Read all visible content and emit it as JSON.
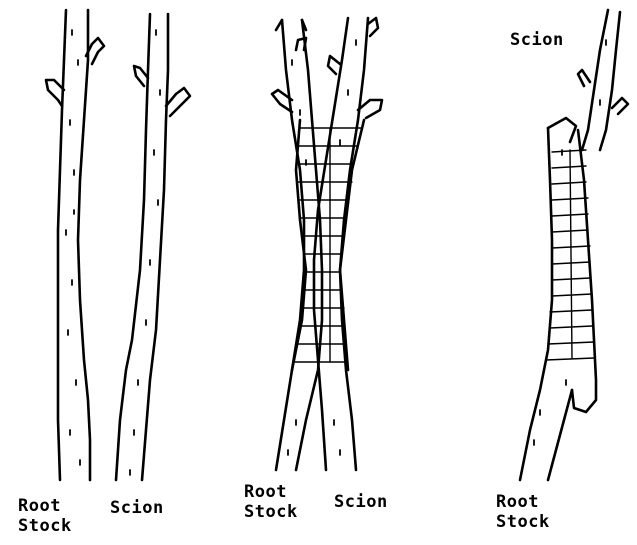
{
  "figure": {
    "panel_1": {
      "left_label_line1": "Root",
      "left_label_line2": "Stock",
      "right_label": "Scion"
    },
    "panel_2": {
      "left_label_line1": "Root",
      "left_label_line2": "Stock",
      "right_label": "Scion"
    },
    "panel_3": {
      "top_label": "Scion",
      "bottom_label_line1": "Root",
      "bottom_label_line2": "Stock"
    }
  }
}
